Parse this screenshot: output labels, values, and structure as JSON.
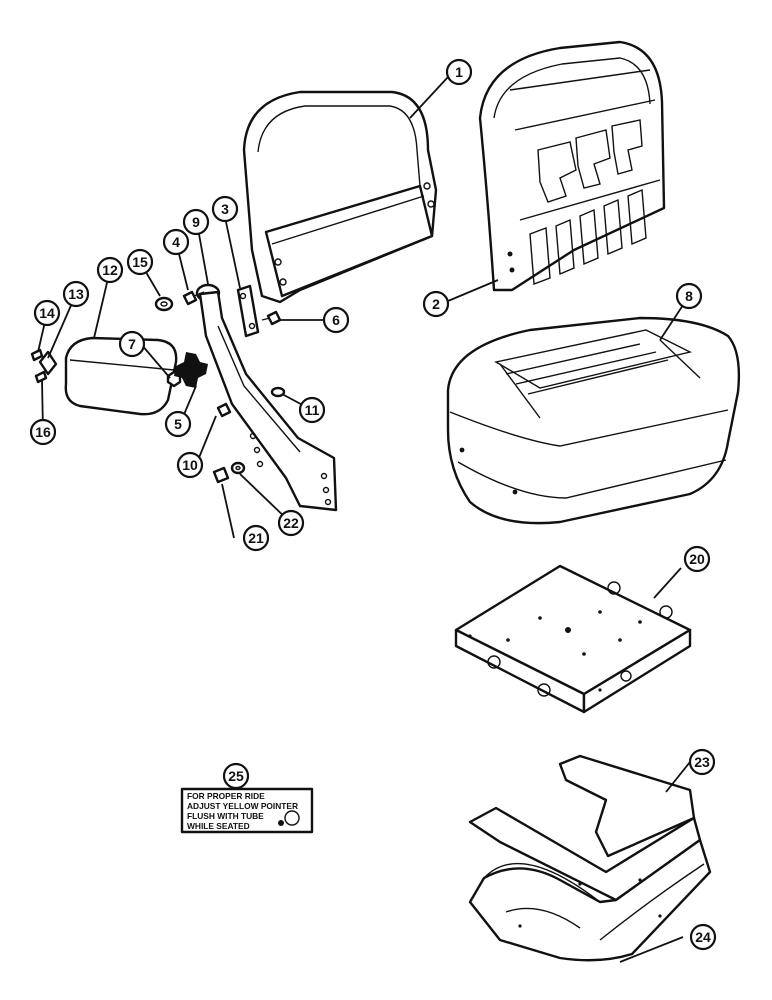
{
  "diagram": {
    "callouts": [
      "1",
      "2",
      "3",
      "4",
      "5",
      "6",
      "7",
      "8",
      "9",
      "10",
      "11",
      "12",
      "13",
      "14",
      "15",
      "16",
      "20",
      "21",
      "22",
      "23",
      "24",
      "25"
    ],
    "decal": {
      "lines": [
        "FOR PROPER RIDE",
        "ADJUST YELLOW POINTER",
        "FLUSH WITH TUBE",
        "WHILE SEATED"
      ]
    }
  }
}
